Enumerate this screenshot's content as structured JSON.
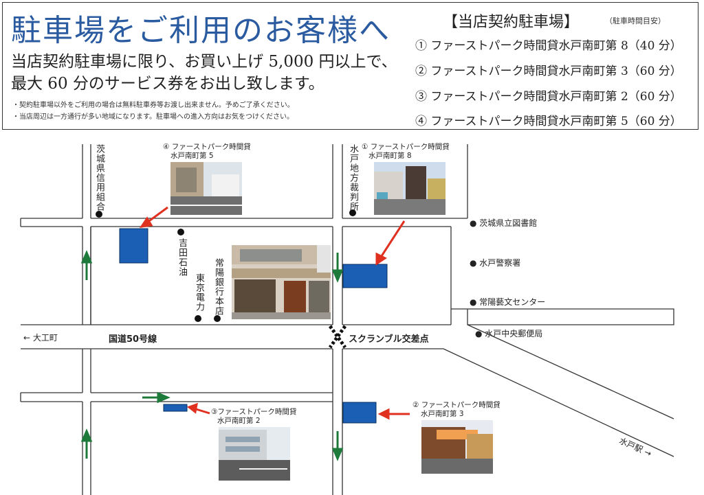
{
  "header": {
    "title": "駐車場をご利用のお客様へ",
    "lead_line1": "当店契約駐車場に限り、お買い上げ 5,000 円以上で、",
    "lead_line2": "最大 60 分のサービス券をお出し致します。",
    "note1": "・契約駐車場以外をご利用の場合は無料駐車券等お渡し出来ません。予めご了承ください。",
    "note2": "・当店周辺は一方通行が多い地域になります。駐車場への進入方向はお気をつけください。"
  },
  "lots": {
    "title": "【当店契約駐車場】",
    "note": "（駐車時間目安）",
    "items": [
      "① ファーストパーク時間貸水戸南町第 8（40 分）",
      "② ファーストパーク時間貸水戸南町第 3（60 分）",
      "③ ファーストパーク時間貸水戸南町第 2（60 分）",
      "④ ファーストパーク時間貸水戸南町第 5（60 分）"
    ]
  },
  "map": {
    "labels": {
      "ibaraki_shinyo": "茨城県信用組合",
      "mito_court": "水戸地方裁判所",
      "yoshida_sekiyu": "吉田石油",
      "tokyo_denryoku": "東京電力",
      "joyo_bank": "常陽銀行本店",
      "library": "● 茨城県立図書館",
      "police": "● 水戸警察署",
      "geibun": "● 常陽藝文センター",
      "post_office": "● 水戸中央郵便局",
      "daiku": "← 大工町",
      "route50": "国道50号線",
      "scramble": "スクランブル交差点",
      "station": "水戸駅 →"
    },
    "photo_labels": {
      "p4_line1": "④ ファーストパーク時間貸",
      "p4_line2": "水戸南町第 5",
      "p1_line1": "① ファーストパーク時間貸",
      "p1_line2": "水戸南町第 8",
      "p3_line1": "③ファーストパーク時間貸",
      "p3_line2": "水戸南町第 2",
      "p2_line1": "② ファーストパーク時間貸",
      "p2_line2": "水戸南町第 3"
    },
    "colors": {
      "parking": "#1a5fb4",
      "red_arrow": "#e03020",
      "green_arrow": "#1d7a3a",
      "title": "#2a5aa0"
    }
  }
}
